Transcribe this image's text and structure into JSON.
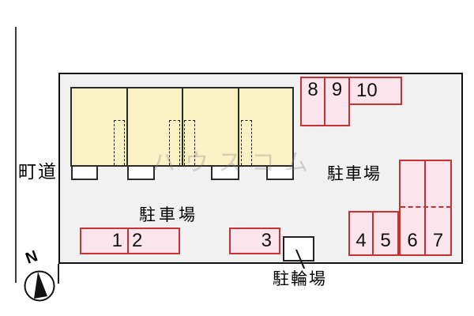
{
  "site": {
    "road_label": "町道",
    "watermark": "ハウスコム",
    "compass_north_label": "N"
  },
  "parking": {
    "label_south": "駐車場",
    "label_east": "駐車場",
    "spaces": [
      {
        "number": "1"
      },
      {
        "number": "2"
      },
      {
        "number": "3"
      },
      {
        "number": "4"
      },
      {
        "number": "5"
      },
      {
        "number": "6"
      },
      {
        "number": "7"
      },
      {
        "number": "8"
      },
      {
        "number": "9"
      },
      {
        "number": "10"
      }
    ]
  },
  "bicycle": {
    "label": "駐輪場"
  },
  "building": {
    "units": 4
  },
  "colors": {
    "space_fill": "#fce4ed",
    "space_border": "#c93232",
    "building_fill": "#faf1c5",
    "site_fill": "#f1f1f1",
    "line": "#1a1a1a"
  }
}
